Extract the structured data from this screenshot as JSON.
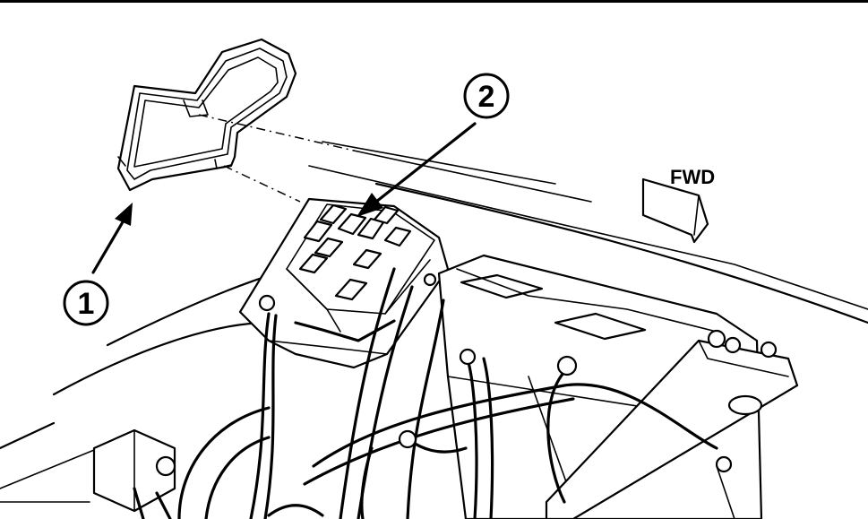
{
  "callouts": [
    {
      "id": "1",
      "label": "1"
    },
    {
      "id": "2",
      "label": "2"
    }
  ],
  "direction_label": "FWD",
  "colors": {
    "ink": "#000000",
    "paper": "#ffffff"
  }
}
